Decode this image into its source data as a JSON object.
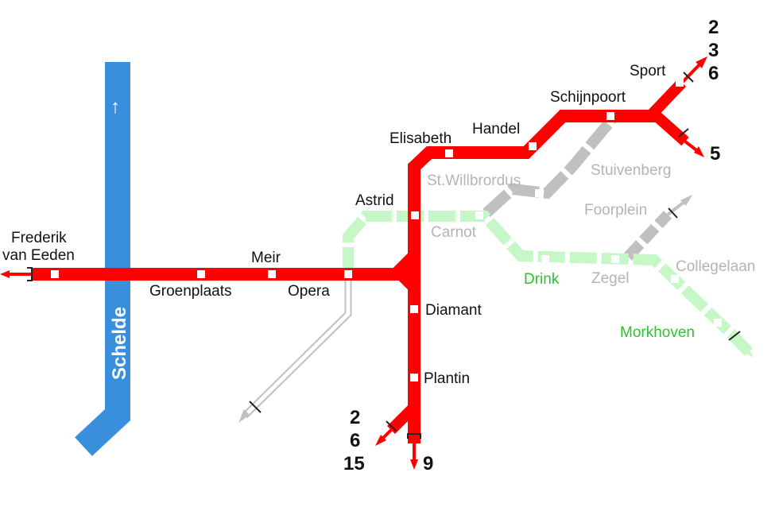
{
  "colors": {
    "red": "#ff0000",
    "gray": "#c0c0c0",
    "green": "#c6f7c6",
    "green_text": "#2fc12f",
    "blue": "#3a8fdd",
    "text": "#111111",
    "gray_text": "#b4b4b4"
  },
  "river": {
    "label": "Schelde",
    "arrow": "↑"
  },
  "stations": {
    "frederik": [
      "Frederik",
      "van Eeden"
    ],
    "groenplaats": "Groenplaats",
    "meir": "Meir",
    "opera": "Opera",
    "astrid": "Astrid",
    "elisabeth": "Elisabeth",
    "handel": "Handel",
    "schijnpoort": "Schijnpoort",
    "sport": "Sport",
    "diamant": "Diamant",
    "plantin": "Plantin",
    "st_willbrordus": "St.Willbrordus",
    "stuivenberg": "Stuivenberg",
    "carnot": "Carnot",
    "foorplein": "Foorplein",
    "drink": "Drink",
    "zegel": "Zegel",
    "collegelaan": "Collegelaan",
    "morkhoven": "Morkhoven"
  },
  "line_numbers": {
    "north_east_top": [
      "2",
      "3",
      "6"
    ],
    "east": "5",
    "south_west": [
      "2",
      "6",
      "15"
    ],
    "south": "9"
  }
}
